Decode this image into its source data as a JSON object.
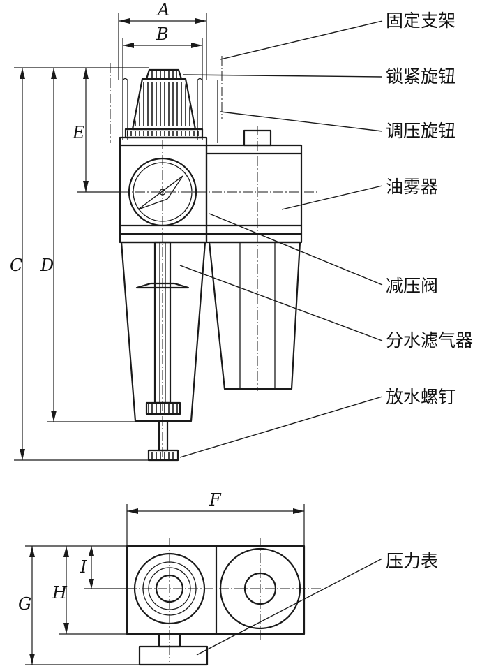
{
  "callouts": {
    "fixed_bracket": "固定支架",
    "lock_knob": "锁紧旋钮",
    "pressure_knob": "调压旋钮",
    "lubricator": "油雾器",
    "pressure_reducing_valve": "减压阀",
    "water_filter": "分水滤气器",
    "drain_screw": "放水螺钉",
    "pressure_gauge": "压力表"
  },
  "dimensions": {
    "A": "A",
    "B": "B",
    "C": "C",
    "D": "D",
    "E": "E",
    "F": "F",
    "G": "G",
    "H": "H",
    "I": "I"
  }
}
